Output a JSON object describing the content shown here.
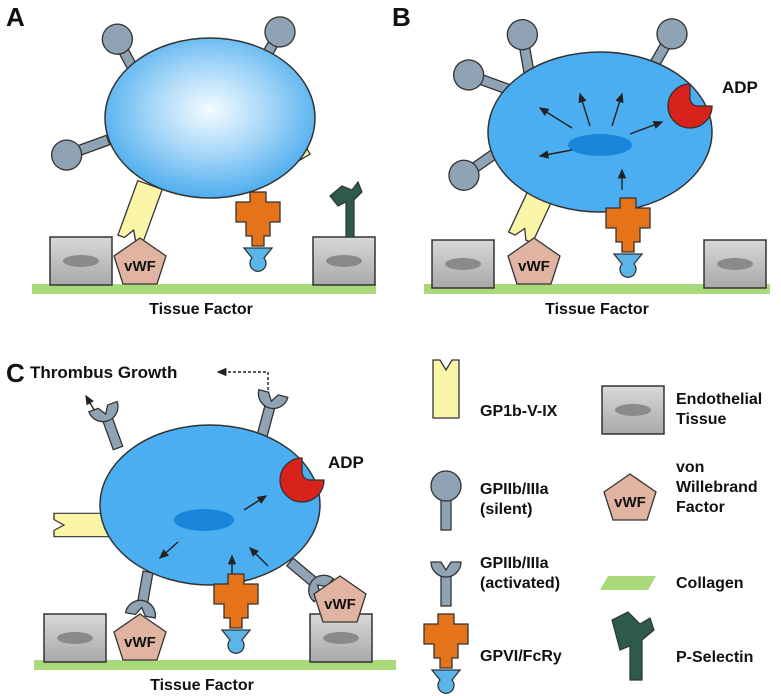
{
  "panels": {
    "a": {
      "letter": "A",
      "caption": "Tissue Factor",
      "vwf": "vWF"
    },
    "b": {
      "letter": "B",
      "caption": "Tissue Factor",
      "vwf": "vWF",
      "adp": "ADP"
    },
    "c": {
      "letter": "C",
      "caption": "Tissue Factor",
      "vwf1": "vWF",
      "vwf2": "vWF",
      "adp": "ADP",
      "growth": "Thrombus Growth"
    }
  },
  "legend": {
    "gp1b": "GP1b-V-IX",
    "gpiib_silent_1": "GPIIb/IIIa",
    "gpiib_silent_2": "(silent)",
    "gpiib_active_1": "GPIIb/IIIa",
    "gpiib_active_2": "(activated)",
    "gpvi": "GPVI/FcRy",
    "endo_1": "Endothelial",
    "endo_2": "Tissue",
    "vwf_icon": "vWF",
    "vwf_1": "von",
    "vwf_2": "Willebrand",
    "vwf_3": "Factor",
    "collagen": "Collagen",
    "pselectin": "P-Selectin"
  },
  "colors": {
    "platelet": "#4aaef0",
    "nucleus": "#1a86db",
    "receptor": "#8fa3b4",
    "gp1b": "#fbf5a8",
    "gpvi": "#e57319",
    "fcr": "#5ab6e8",
    "adp": "#d8231c",
    "vwf": "#e0b4a0",
    "collagen": "#a9d97a",
    "pselectin": "#2e5a4a",
    "endothelium": "#c9c9c9"
  }
}
